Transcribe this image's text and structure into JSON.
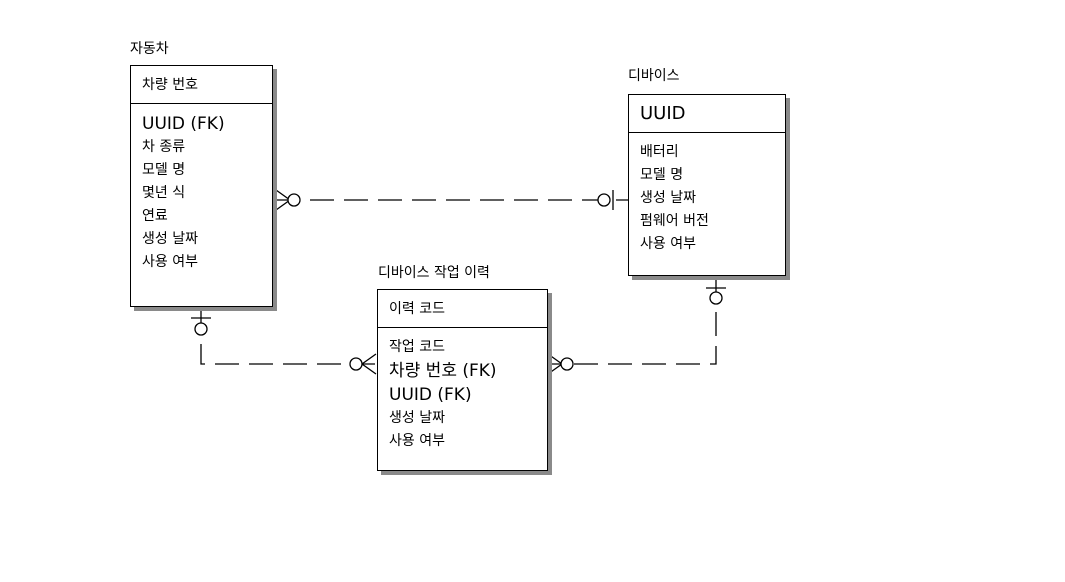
{
  "entities": {
    "car": {
      "title": "자동차",
      "key": "차량 번호",
      "attributes": [
        "UUID (FK)",
        "차 종류",
        "모델 명",
        "몇년 식",
        "연료",
        "생성 날짜",
        "사용 여부"
      ]
    },
    "device": {
      "title": "디바이스",
      "key": "UUID",
      "attributes": [
        "배터리",
        "모델 명",
        "생성 날짜",
        "펌웨어 버전",
        "사용 여부"
      ]
    },
    "history": {
      "title": "디바이스 작업 이력",
      "key": "이력 코드",
      "attributes": [
        "작업 코드",
        "차량 번호 (FK)",
        "UUID (FK)",
        "생성 날짜",
        "사용 여부"
      ]
    }
  }
}
